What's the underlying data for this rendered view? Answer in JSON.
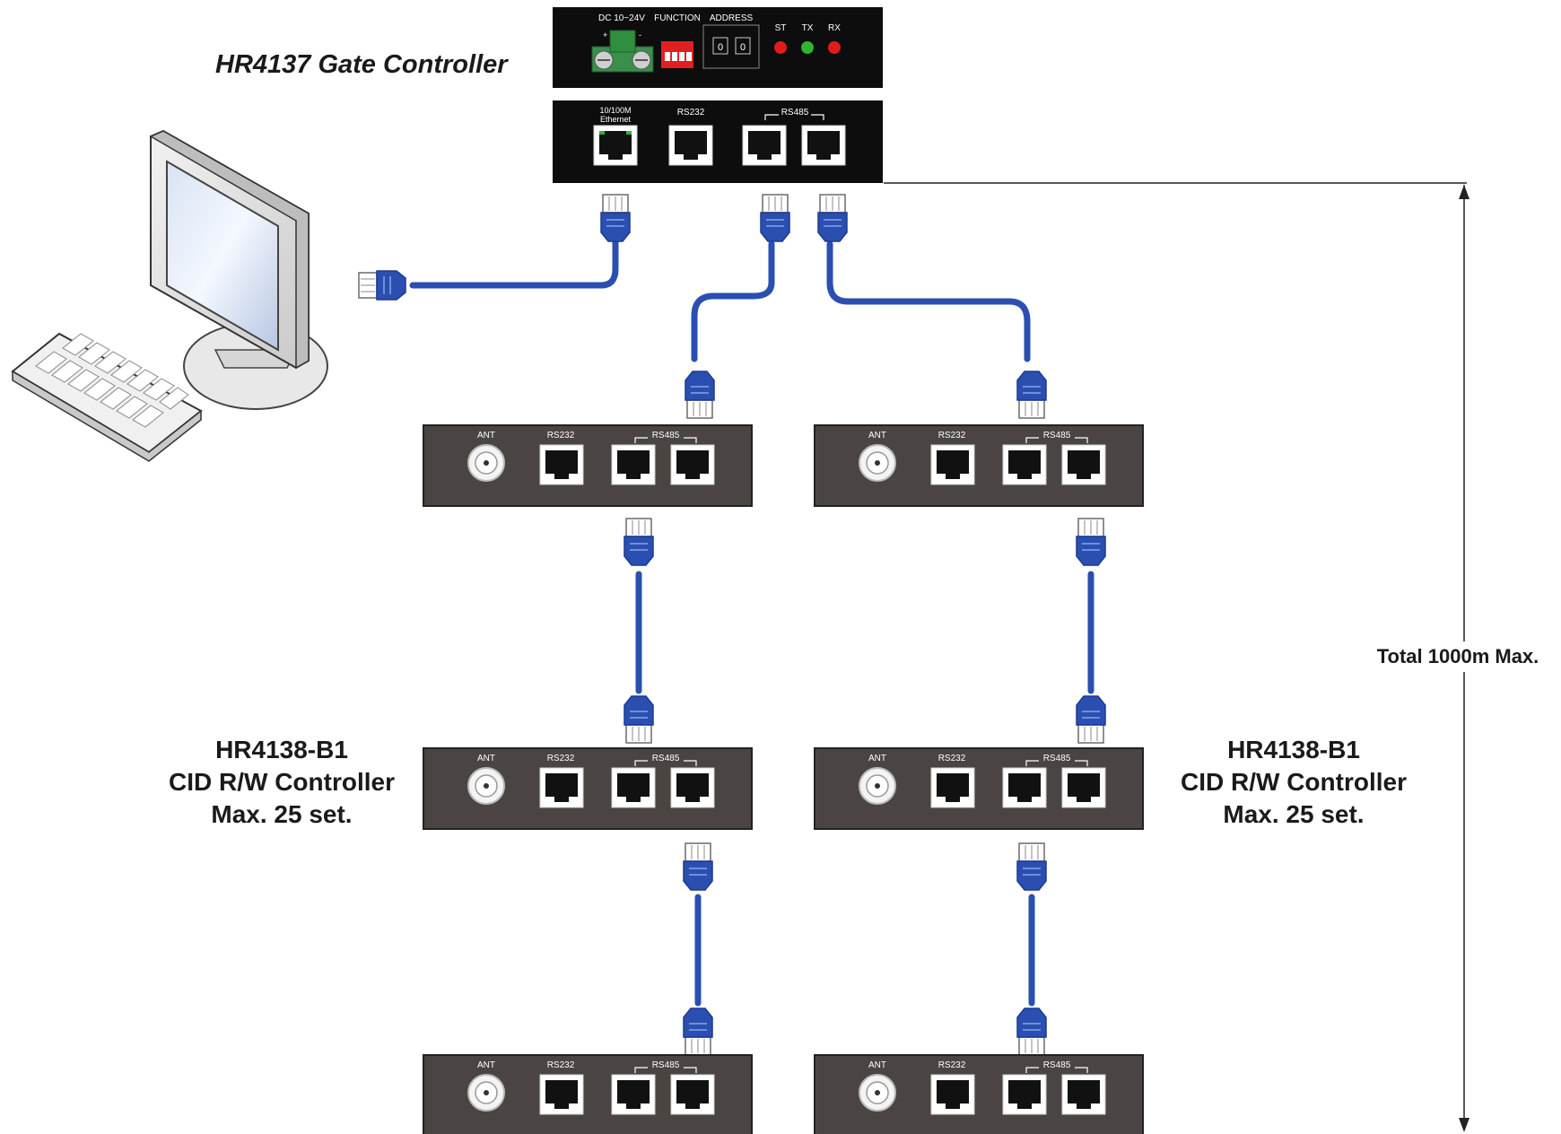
{
  "gate_controller": {
    "title": "HR4137 Gate Controller",
    "top_panel": {
      "power_label": "DC 10~24V",
      "function_label": "FUNCTION",
      "address_label": "ADDRESS",
      "address_digits": [
        "0",
        "0"
      ],
      "leds": [
        {
          "label": "ST",
          "color": "#e01b1b"
        },
        {
          "label": "TX",
          "color": "#2fb52f"
        },
        {
          "label": "RX",
          "color": "#e01b1b"
        }
      ]
    },
    "bottom_panel": {
      "ethernet_label_1": "10/100M",
      "ethernet_label_2": "Ethernet",
      "rs232_label": "RS232",
      "rs485_label": "RS485"
    }
  },
  "reader_panel": {
    "ant_label": "ANT",
    "rs232_label": "RS232",
    "rs485_label": "RS485"
  },
  "group_label": {
    "line1": "HR4138-B1",
    "line2": "CID R/W Controller",
    "line3": "Max. 25 set."
  },
  "distance_label": "Total 1000m Max.",
  "colors": {
    "device_body": "#4a4542",
    "gate_body": "#0d0d0d",
    "cable": "#2b4fb0",
    "cable_dark": "#1c3a8f"
  }
}
